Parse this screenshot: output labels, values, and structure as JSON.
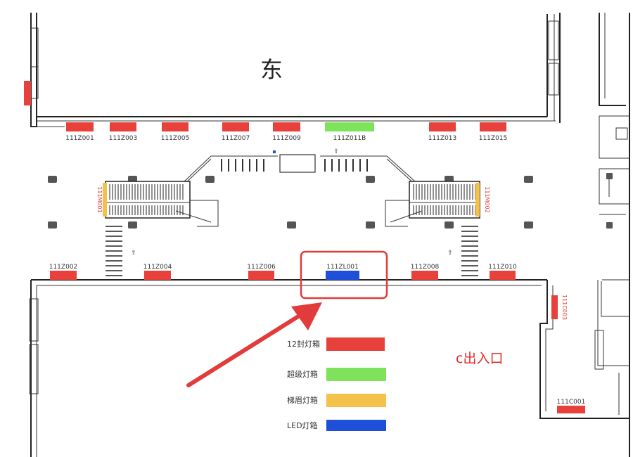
{
  "direction_label": "东",
  "exit_label": "c出入口",
  "colors": {
    "box12": "#e8403a",
    "super": "#7ee25a",
    "stair": "#f4c24a",
    "led": "#1e4fd8",
    "highlight": "#e23b3b",
    "arrow": "#e23b3b"
  },
  "top_boxes": [
    {
      "label": "111Z001",
      "type": "box12"
    },
    {
      "label": "111Z003",
      "type": "box12"
    },
    {
      "label": "111Z005",
      "type": "box12"
    },
    {
      "label": "111Z007",
      "type": "box12"
    },
    {
      "label": "111Z009",
      "type": "box12"
    },
    {
      "label": "111Z011B",
      "type": "super"
    },
    {
      "label": "111Z013",
      "type": "box12"
    },
    {
      "label": "111Z015",
      "type": "box12"
    }
  ],
  "bottom_boxes": [
    {
      "label": "111Z002",
      "type": "box12"
    },
    {
      "label": "111Z004",
      "type": "box12"
    },
    {
      "label": "111Z006",
      "type": "box12"
    },
    {
      "label": "111ZL001",
      "type": "led"
    },
    {
      "label": "111Z008",
      "type": "box12"
    },
    {
      "label": "111Z010",
      "type": "box12"
    }
  ],
  "stair_boxes": [
    {
      "label": "111M001",
      "type": "stair"
    },
    {
      "label": "111M002",
      "type": "stair"
    }
  ],
  "side_boxes": [
    {
      "label": "111C003",
      "type": "box12"
    },
    {
      "label": "111C001",
      "type": "box12"
    }
  ],
  "legend": [
    {
      "label": "12封灯箱",
      "type": "box12"
    },
    {
      "label": "超级灯箱",
      "type": "super"
    },
    {
      "label": "梯眉灯箱",
      "type": "stair"
    },
    {
      "label": "LED灯箱",
      "type": "led"
    }
  ]
}
